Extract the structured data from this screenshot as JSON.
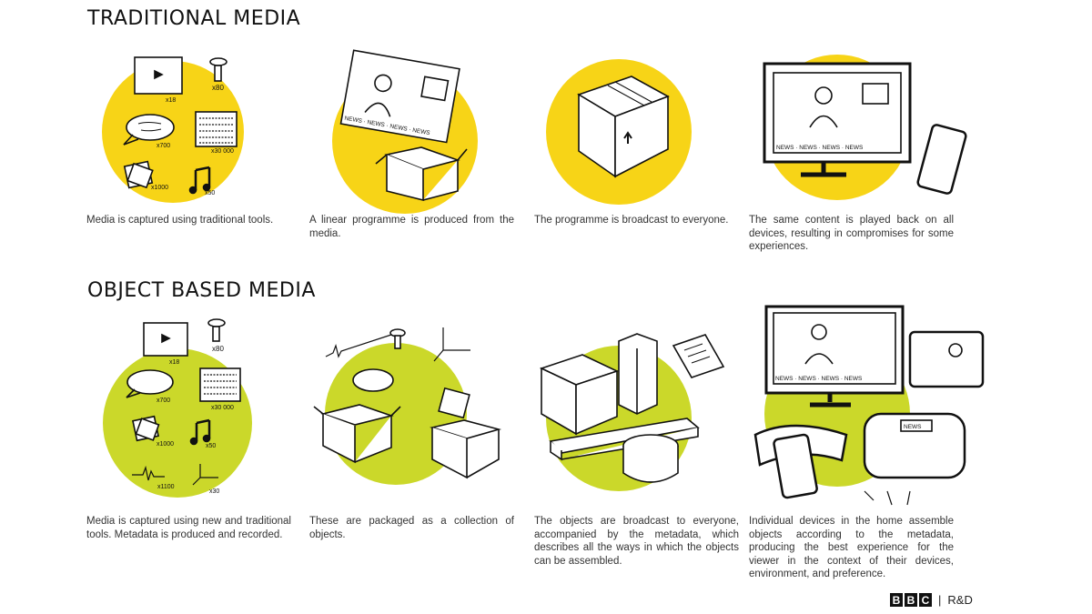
{
  "sections": [
    {
      "title": "TRADITIONAL MEDIA",
      "circle_color": "#f7d417",
      "steps": [
        {
          "caption": "Media is captured using traditional tools.",
          "labels": [
            "x18",
            "x80",
            "x700",
            "x30 000",
            "x1000",
            "x50"
          ]
        },
        {
          "caption": "A linear programme is produced from the media.",
          "labels": [
            "NEWS · NEWS · NEWS · NEWS"
          ]
        },
        {
          "caption": "The programme is broadcast to everyone."
        },
        {
          "caption": "The same content is played back on all devices, resulting in compromises for some experiences.",
          "labels": [
            "NEWS · NEWS · NEWS · NEWS"
          ]
        }
      ]
    },
    {
      "title": "OBJECT BASED MEDIA",
      "circle_color": "#cbd82a",
      "steps": [
        {
          "caption": "Media is captured using new and traditional tools. Metadata is produced and recorded.",
          "labels": [
            "x18",
            "x80",
            "x700",
            "x30 000",
            "x1000",
            "x50",
            "x1100",
            "x30"
          ]
        },
        {
          "caption": "These are packaged as a collection of objects."
        },
        {
          "caption": "The objects are broadcast to everyone, accompanied by the metadata, which describes all the ways in which the objects can be assembled."
        },
        {
          "caption": "Individual devices in the home assemble objects according to the metadata, producing the best experience for the viewer in the context of their devices, environment, and preference.",
          "labels": [
            "NEWS · NEWS · NEWS · NEWS",
            "NEWS"
          ]
        }
      ]
    }
  ],
  "logo": {
    "letters": [
      "B",
      "B",
      "C"
    ],
    "suffix": "R&D"
  }
}
